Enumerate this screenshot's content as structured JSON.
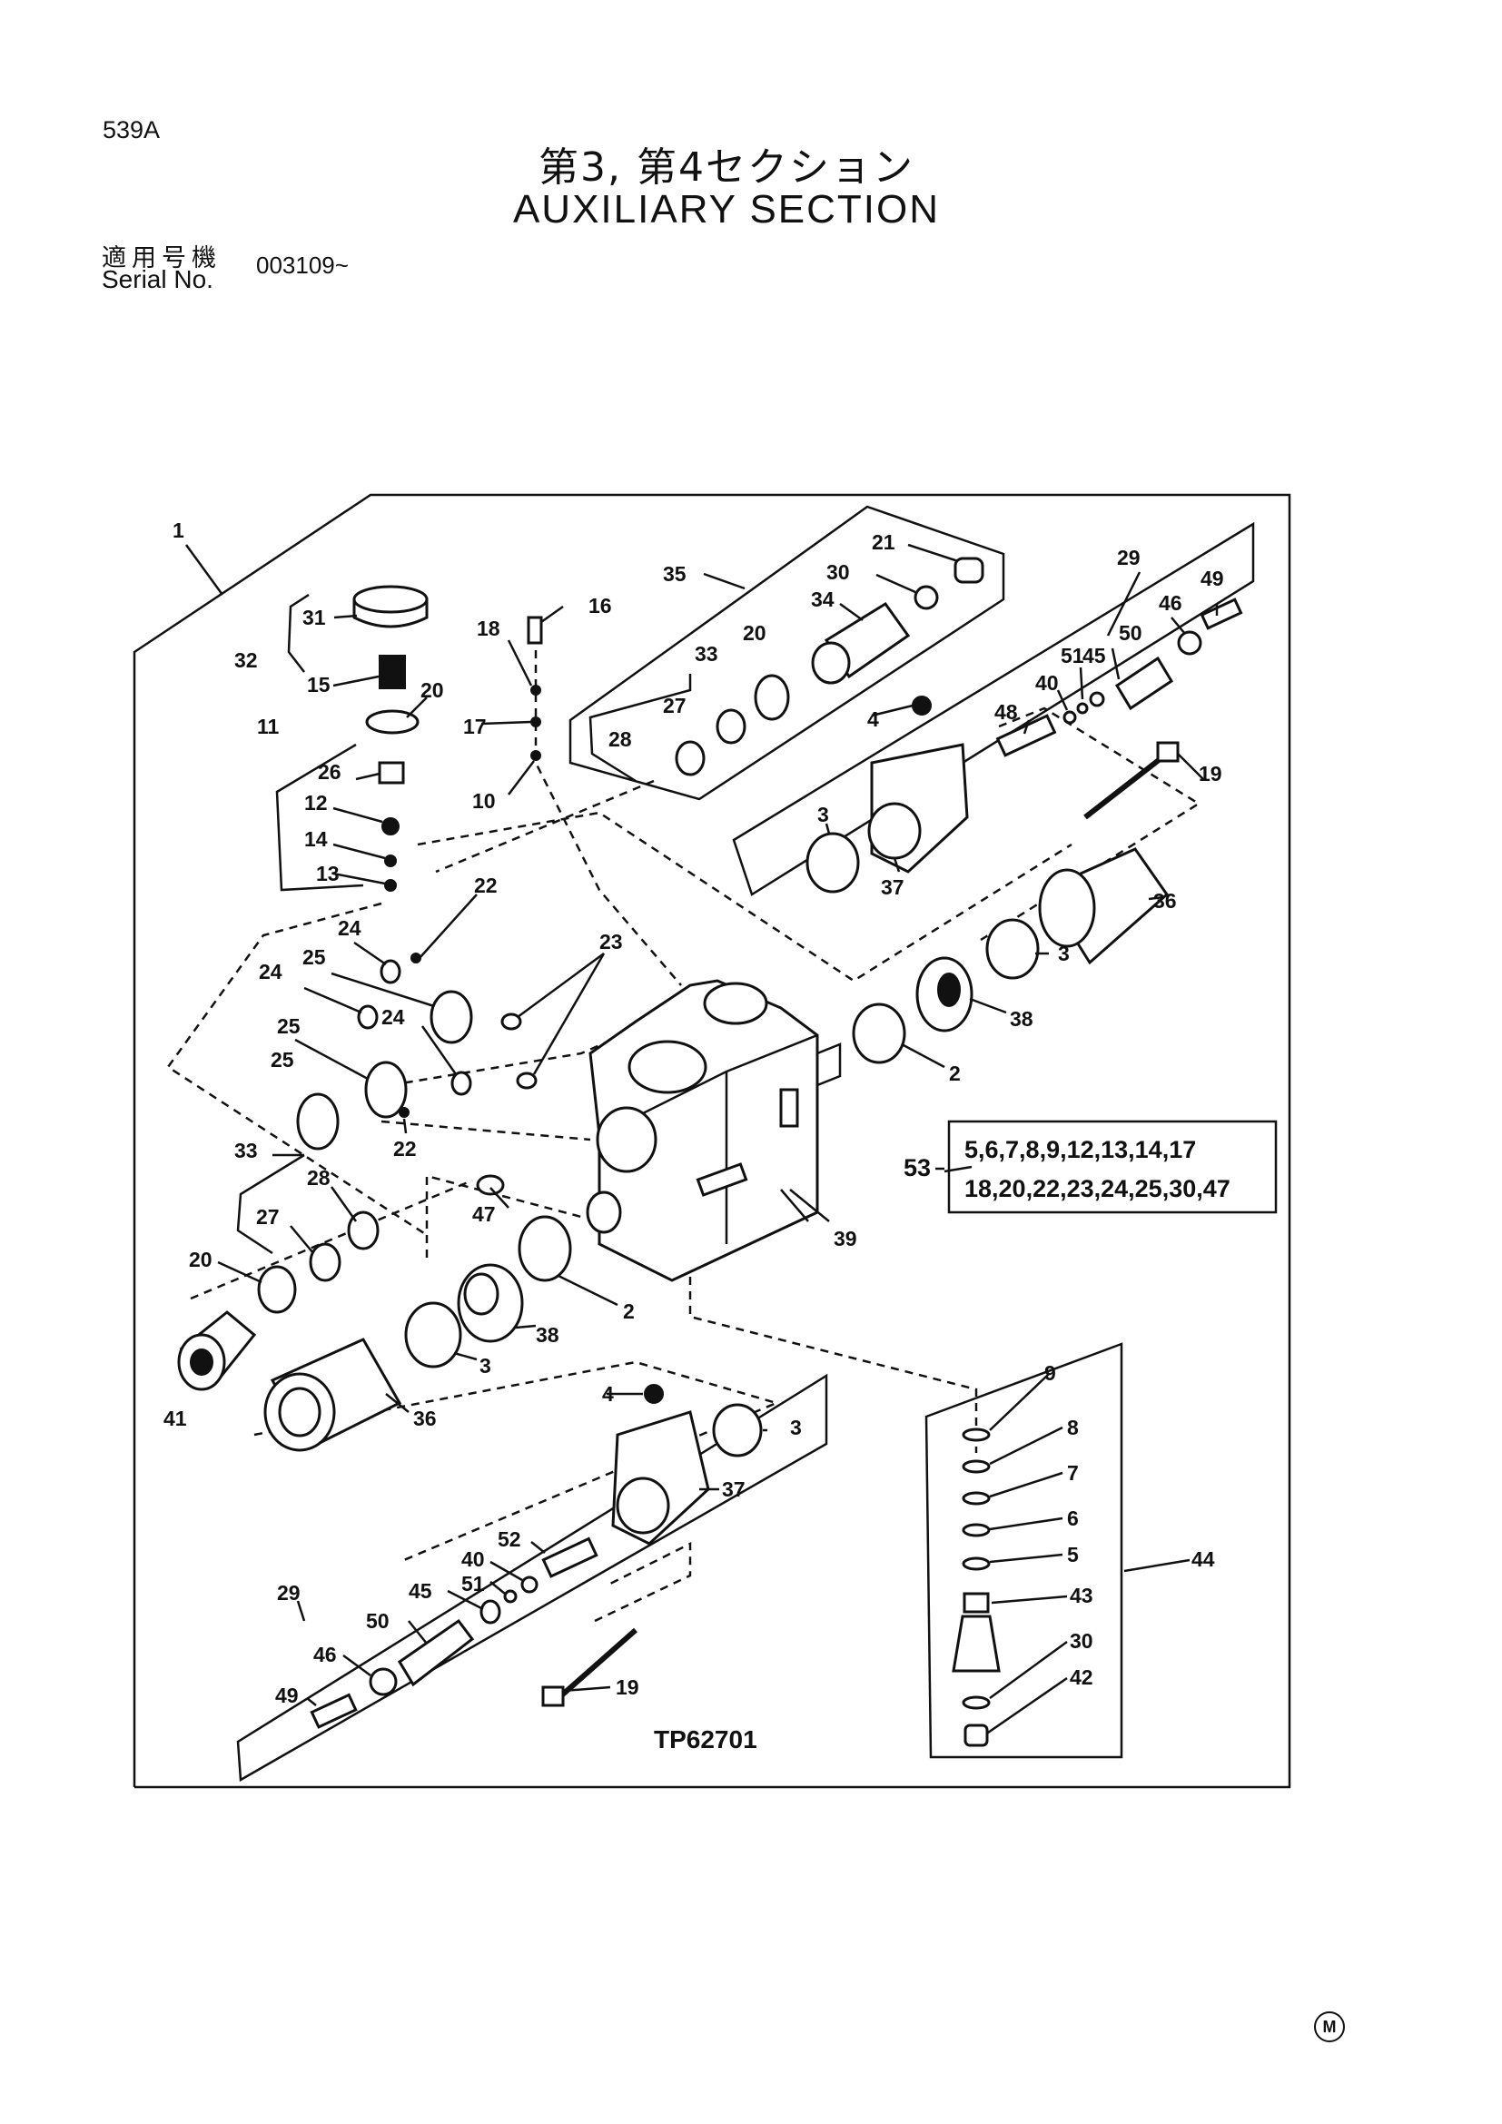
{
  "header": {
    "page_code": "539A",
    "title_jp": "第3, 第4セクション",
    "title_en": "AUXILIARY  SECTION",
    "serial_label_jp": "適用号機",
    "serial_label_en": "Serial No.",
    "serial_value": "003109~"
  },
  "figure_code": "TP62701",
  "note": {
    "ref": "53",
    "line1": "5,6,7,8,9,12,13,14,17",
    "line2": "18,20,22,23,24,25,30,47"
  },
  "callouts": [
    "1",
    "2",
    "3",
    "4",
    "5",
    "6",
    "7",
    "8",
    "9",
    "10",
    "11",
    "12",
    "13",
    "14",
    "15",
    "16",
    "17",
    "18",
    "19",
    "20",
    "21",
    "22",
    "23",
    "24",
    "25",
    "26",
    "27",
    "28",
    "29",
    "30",
    "31",
    "32",
    "33",
    "34",
    "35",
    "36",
    "37",
    "38",
    "39",
    "40",
    "41",
    "42",
    "43",
    "44",
    "45",
    "46",
    "47",
    "48",
    "49",
    "50",
    "51",
    "52"
  ],
  "footer_mark": "M"
}
